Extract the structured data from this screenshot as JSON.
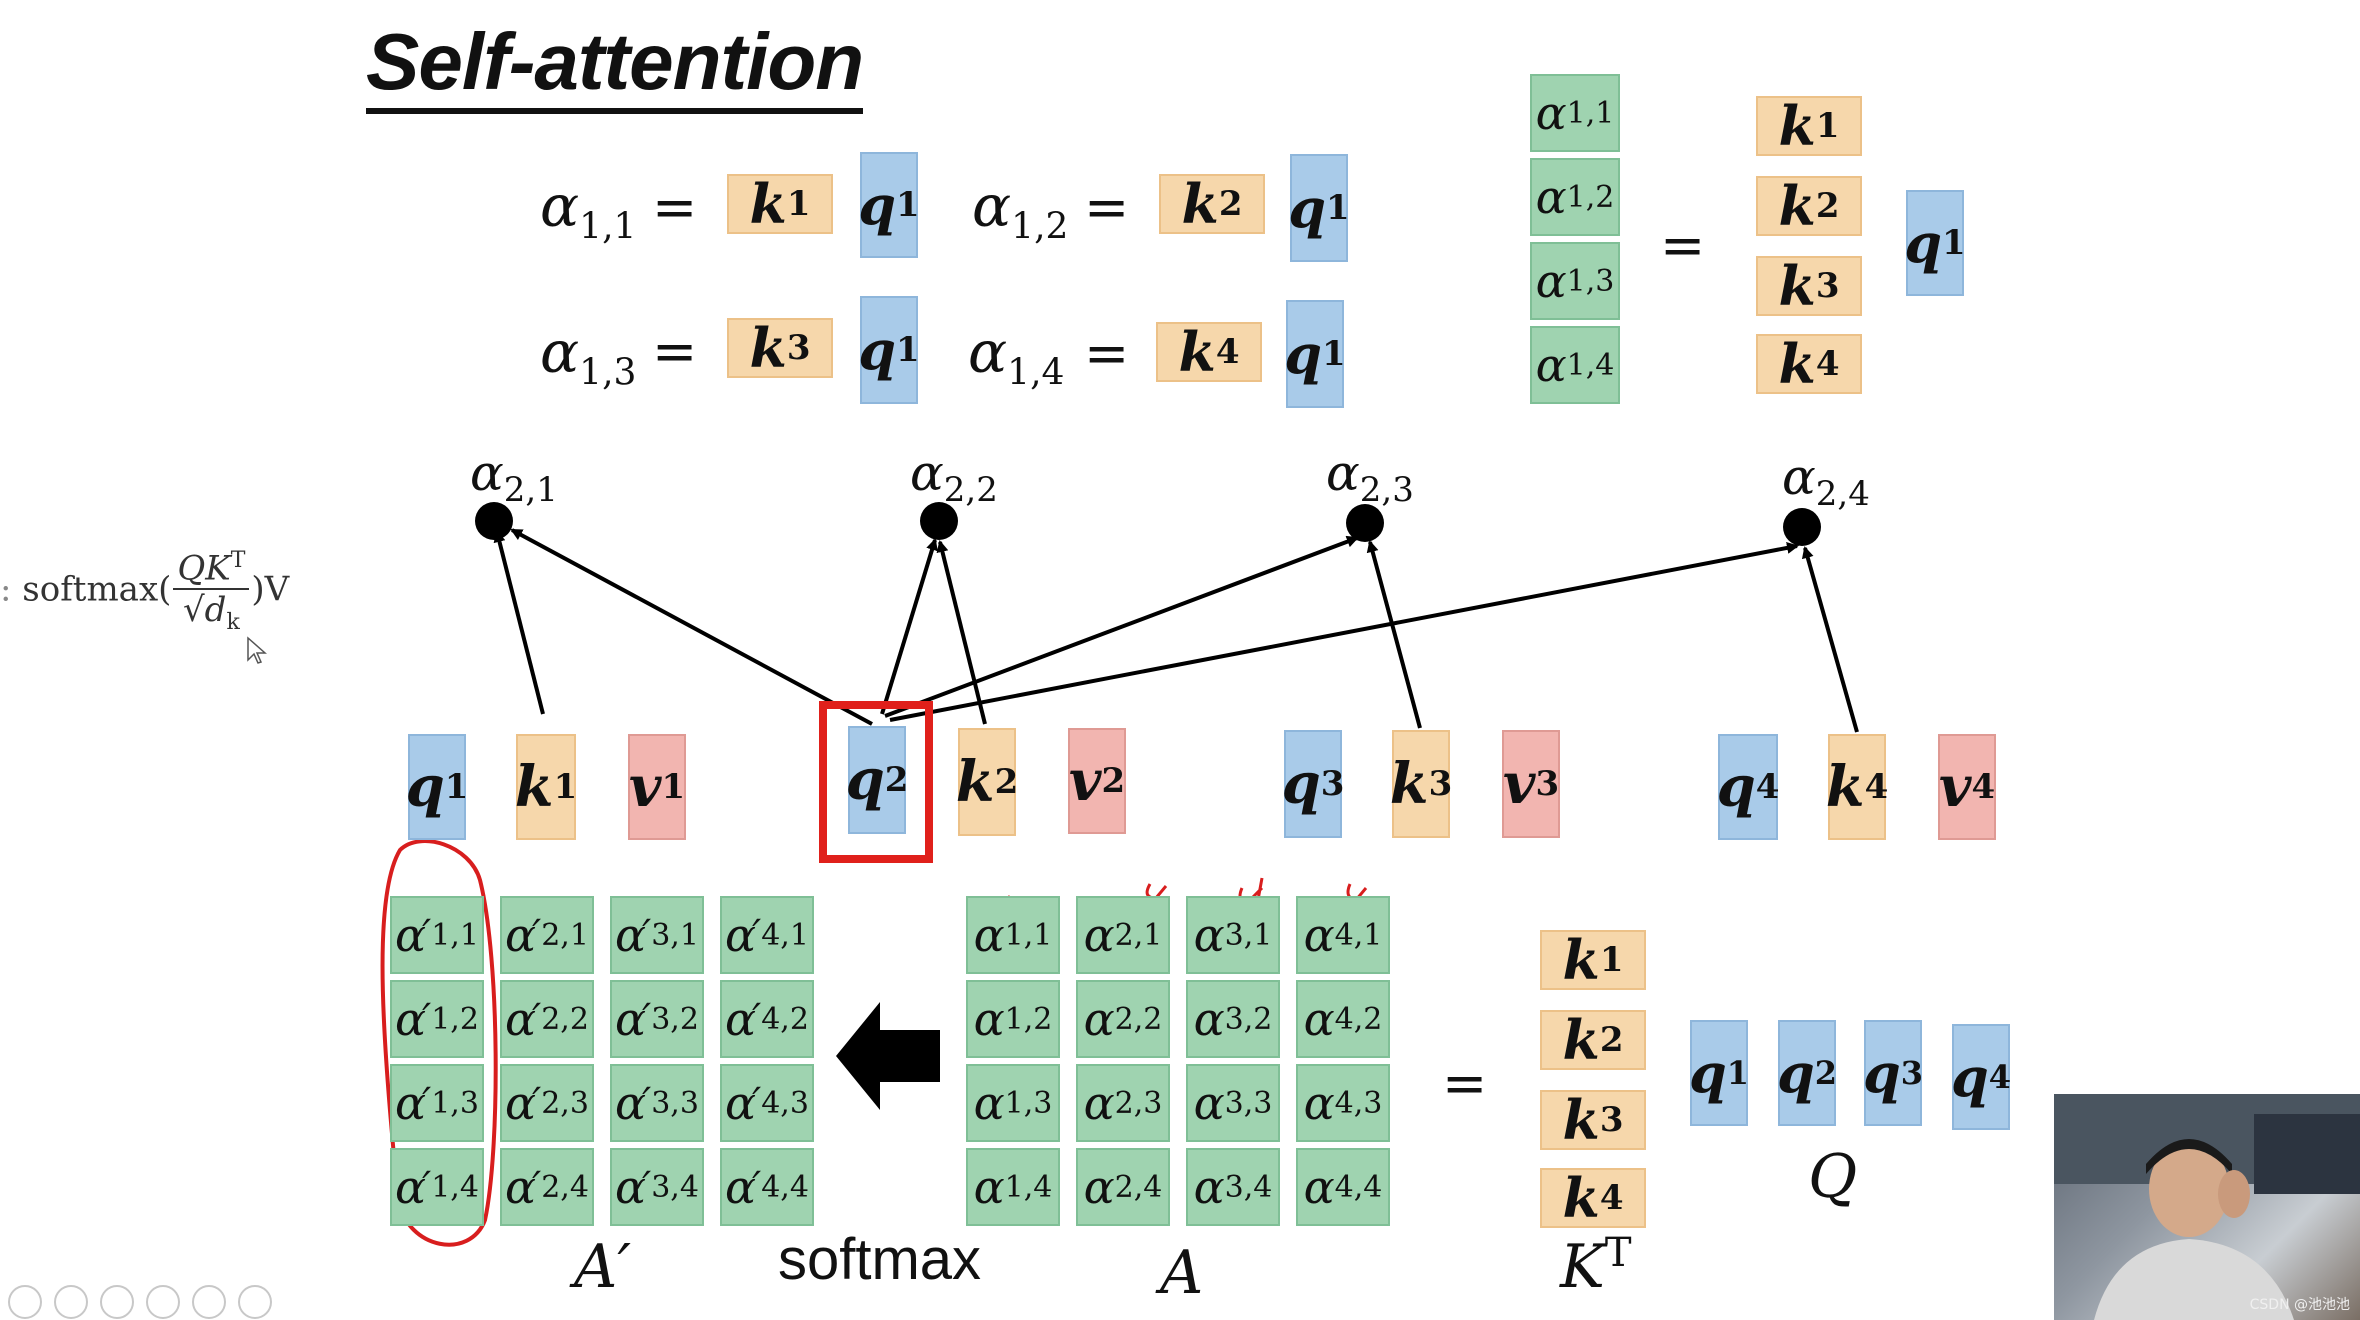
{
  "title": "Self-attention",
  "formula": {
    "prefix": "softmax(",
    "numerator": "QK",
    "numerator_sup": "T",
    "denominator": "√d",
    "denominator_sub": "k",
    "suffix": ")V"
  },
  "symbols": {
    "alpha": "α",
    "k": "k",
    "q": "q",
    "v": "v",
    "equals": "="
  },
  "top_equations": [
    {
      "lhs": "1,1",
      "k": "1",
      "q": "1"
    },
    {
      "lhs": "1,2",
      "k": "2",
      "q": "1"
    },
    {
      "lhs": "1,3",
      "k": "3",
      "q": "1"
    },
    {
      "lhs": "1,4",
      "k": "4",
      "q": "1"
    }
  ],
  "top_right": {
    "alphas": [
      "1,1",
      "1,2",
      "1,3",
      "1,4"
    ],
    "keys": [
      "1",
      "2",
      "3",
      "4"
    ],
    "query": "1"
  },
  "nodes": [
    "2,1",
    "2,2",
    "2,3",
    "2,4"
  ],
  "vectors": [
    {
      "q": "1",
      "k": "1",
      "v": "1"
    },
    {
      "q": "2",
      "k": "2",
      "v": "2"
    },
    {
      "q": "3",
      "k": "3",
      "v": "3"
    },
    {
      "q": "4",
      "k": "4",
      "v": "4"
    }
  ],
  "matrix_A_prime": [
    [
      "1,1",
      "2,1",
      "3,1",
      "4,1"
    ],
    [
      "1,2",
      "2,2",
      "3,2",
      "4,2"
    ],
    [
      "1,3",
      "2,3",
      "3,3",
      "4,3"
    ],
    [
      "1,4",
      "2,4",
      "3,4",
      "4,4"
    ]
  ],
  "matrix_A": [
    [
      "1,1",
      "2,1",
      "3,1",
      "4,1"
    ],
    [
      "1,2",
      "2,2",
      "3,2",
      "4,2"
    ],
    [
      "1,3",
      "2,3",
      "3,3",
      "4,3"
    ],
    [
      "1,4",
      "2,4",
      "3,4",
      "4,4"
    ]
  ],
  "labels": {
    "a_prime": "A′",
    "softmax": "softmax",
    "a": "A",
    "kt": "K",
    "kt_sup": "T",
    "q": "Q"
  },
  "kt_keys": [
    "1",
    "2",
    "3",
    "4"
  ],
  "q_row": [
    "1",
    "2",
    "3",
    "4"
  ],
  "watermark": "CSDN @池池池",
  "colors": {
    "query": "#a9cbe9",
    "key": "#f6d7ab",
    "value": "#f2b5b0",
    "attention": "#9fd3b0",
    "highlight": "#e0201b",
    "annotation": "#d81e1e"
  }
}
